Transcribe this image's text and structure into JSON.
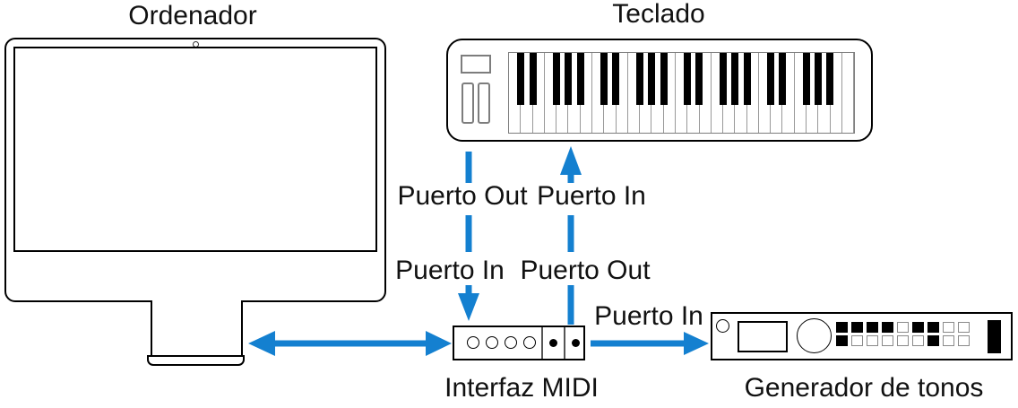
{
  "colors": {
    "arrow": "#1480D0",
    "device_outline": "#000000",
    "control_outline": "#7d7d7d"
  },
  "devices": {
    "computer": {
      "label": "Ordenador"
    },
    "keyboard": {
      "label": "Teclado",
      "white_keys": 29,
      "black_key_octave_positions": [
        0,
        1,
        3,
        4,
        5
      ]
    },
    "midi_interface": {
      "label": "Interfaz MIDI",
      "round_ports": 4,
      "indicator_dots": 2
    },
    "tone_generator": {
      "label": "Generador de tonos",
      "button_rows": [
        [
          1,
          1,
          1,
          1,
          0,
          1,
          1,
          0,
          0
        ],
        [
          1,
          0,
          0,
          0,
          0,
          0,
          1,
          0,
          0
        ]
      ]
    }
  },
  "connections": {
    "keyboard_to_interface": {
      "from_label": "Puerto Out",
      "to_label": "Puerto In"
    },
    "interface_to_keyboard": {
      "from_label": "Puerto Out",
      "to_label": "Puerto In"
    },
    "interface_to_tone_generator": {
      "label": "Puerto In"
    }
  }
}
